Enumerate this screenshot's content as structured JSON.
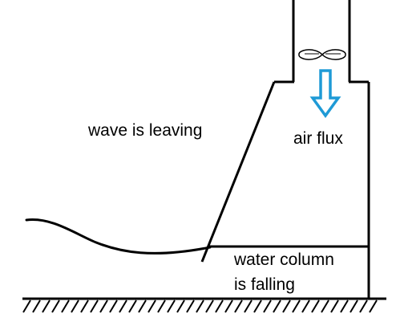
{
  "labels": {
    "wave": "wave is leaving",
    "air_flux": "air flux",
    "water_column_line1": "water column",
    "water_column_line2": "is falling"
  },
  "icons": {
    "turbine": "turbine-icon",
    "airflow_arrow": "down-arrow-icon"
  },
  "colors": {
    "ink": "#000000",
    "arrow": "#1e9ad6",
    "background": "#ffffff"
  }
}
